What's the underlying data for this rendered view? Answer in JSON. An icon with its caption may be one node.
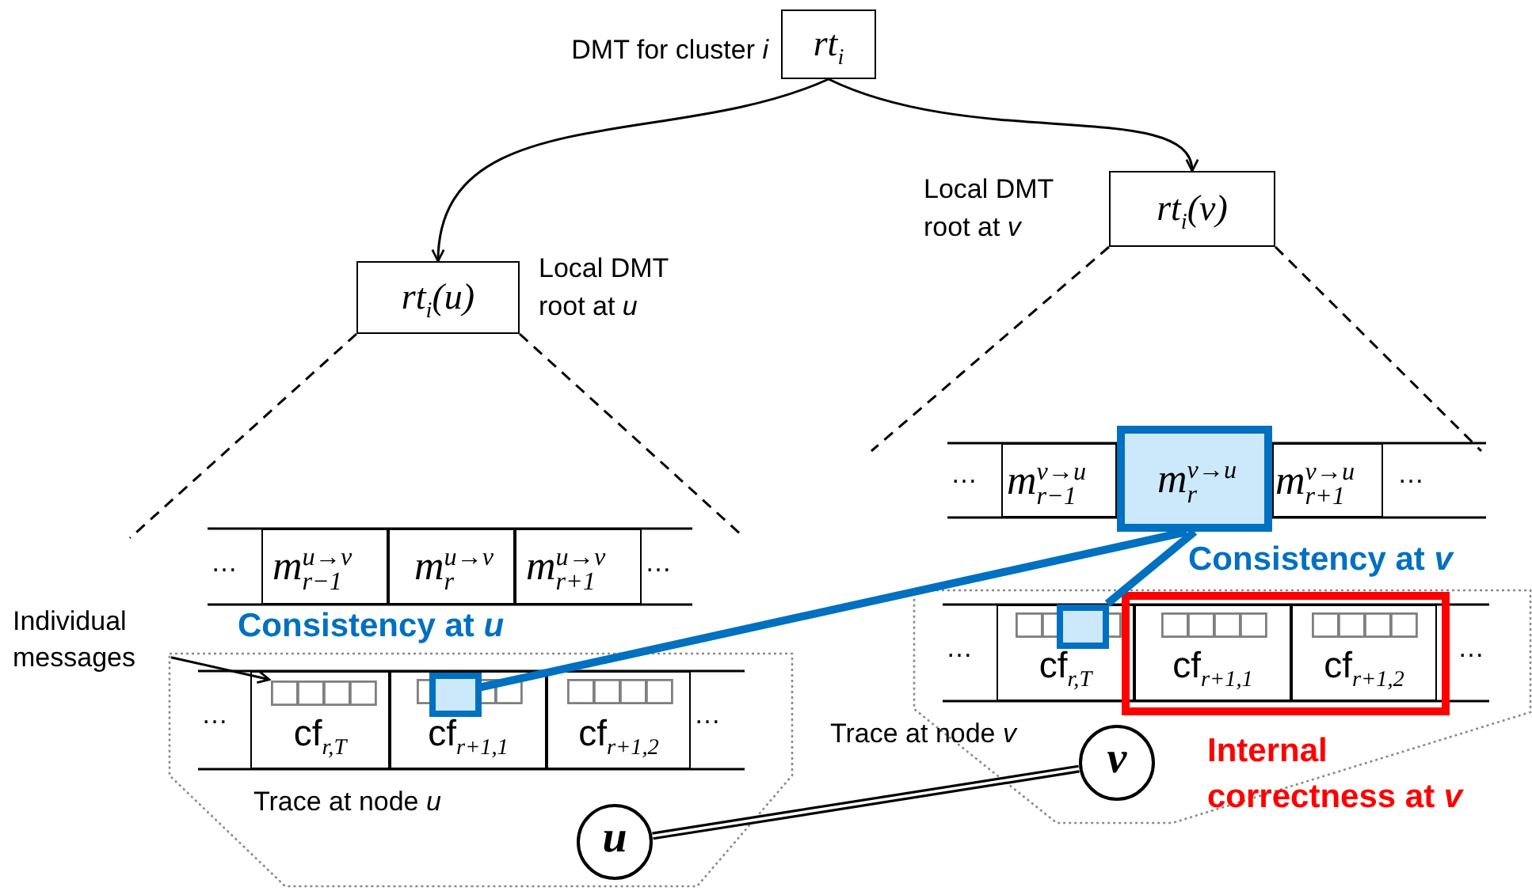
{
  "diagram": {
    "nodes": [
      {
        "text": [
          "rt$_{i}$"
        ],
        "beside": [
          "DMT for cluster *i*"
        ]
      },
      {
        "text": [
          "rt$_{i}$(v)"
        ],
        "beside": [
          "Local DMT root at *v*"
        ]
      },
      {
        "text": [
          "rt$_{i}$(u)"
        ],
        "beside": [
          "Local DMT root at *u*"
        ]
      },
      {
        "text": [
          "m$^{u→v}$$_{r−1}$"
        ]
      },
      {
        "text": [
          "m$^{u→v}$$_{r}$"
        ]
      },
      {
        "text": [
          "m$^{u→v}$$_{r+1}$"
        ]
      },
      {
        "text": [
          "Trace at node *u*"
        ]
      },
      {
        "text": [
          "cf$_{r,T}$"
        ],
        "in": 6
      },
      {
        "text": [],
        "shape": "box",
        "in": 7
      },
      {
        "text": [
          "cf$_{r+1,1}$"
        ],
        "in": 6
      },
      {
        "text": [],
        "shape": "box",
        "in": 9
      },
      {
        "text": [
          "cf$_{r+1,2}$"
        ],
        "in": 6
      },
      {
        "text": [
          "m$^{v→u}$$_{r−1}$"
        ]
      },
      {
        "text": [
          "m$^{v→u}$$_{r}$"
        ]
      },
      {
        "text": [
          "m$^{v→u}$$_{r+1}$"
        ]
      },
      {
        "text": [],
        "shape": "octagon",
        "beside": [
          "Trace at node *v*"
        ]
      },
      {
        "text": [
          "cf$_{r,T}$"
        ],
        "in": 15
      },
      {
        "text": [],
        "shape": "box",
        "in": 16
      },
      {
        "text": [],
        "shape": "box",
        "in": 15,
        "beside": [
          "Internal correctness at *v*"
        ]
      },
      {
        "text": [
          "cf$_{r+1,1}$"
        ],
        "in": 18
      },
      {
        "text": [
          "cf$_{r+1,2}$"
        ],
        "in": 18
      },
      {
        "text": [
          "u"
        ],
        "in": 6
      },
      {
        "text": [
          "v"
        ],
        "in": 15
      },
      {
        "text": [
          "Individual messages"
        ]
      }
    ],
    "edges": [
      {
        "from": 0,
        "to": 2,
        "arrow": "to"
      },
      {
        "from": 0,
        "to": 1,
        "arrow": "to"
      },
      {
        "from": 23,
        "to": 8,
        "arrow": "to"
      },
      {
        "from": 10,
        "to": 13,
        "arrow": "none",
        "style": "thick",
        "color": "#0070c0"
      },
      {
        "from": 17,
        "to": 13,
        "arrow": "none",
        "style": "thick",
        "color": "#0070c0"
      },
      {
        "from": 21,
        "to": 22,
        "arrow": "none",
        "style": "thick"
      }
    ],
    "labels": [
      "…",
      "…",
      "…",
      "…",
      "Consistency at *v*",
      "Consistency at *u*",
      "…",
      "…",
      "…",
      "…"
    ]
  }
}
